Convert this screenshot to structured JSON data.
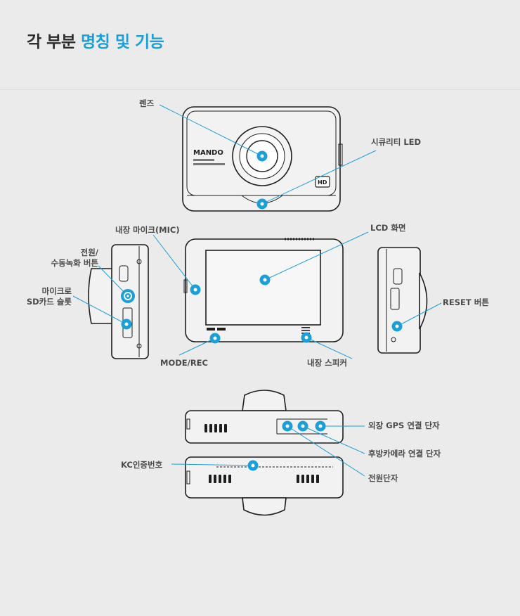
{
  "title": {
    "part1": "각 부분",
    "part2": "명칭 및 기능"
  },
  "labels": {
    "lens": "렌즈",
    "security_led": "시큐리티 LED",
    "internal_mic": "내장 마이크(MIC)",
    "lcd_screen": "LCD 화면",
    "power_line1": "전원/",
    "power_line2": "수동녹화 버튼",
    "sd_line1": "마이크로",
    "sd_line2": "SD카드 슬롯",
    "reset_button": "RESET 버튼",
    "mode_rec": "MODE/REC",
    "internal_speaker": "내장 스피커",
    "external_gps": "외장 GPS 연결 단자",
    "rear_camera": "후방카메라 연결 단자",
    "power_terminal": "전원단자",
    "kc_number": "KC인증번호"
  },
  "device_marks": {
    "brand": "MANDO",
    "hd_badge": "HD"
  },
  "colors": {
    "accent": "#1a9fd8",
    "text": "#4a4a4a",
    "title": "#2d2d2d",
    "background": "#ebebeb"
  }
}
